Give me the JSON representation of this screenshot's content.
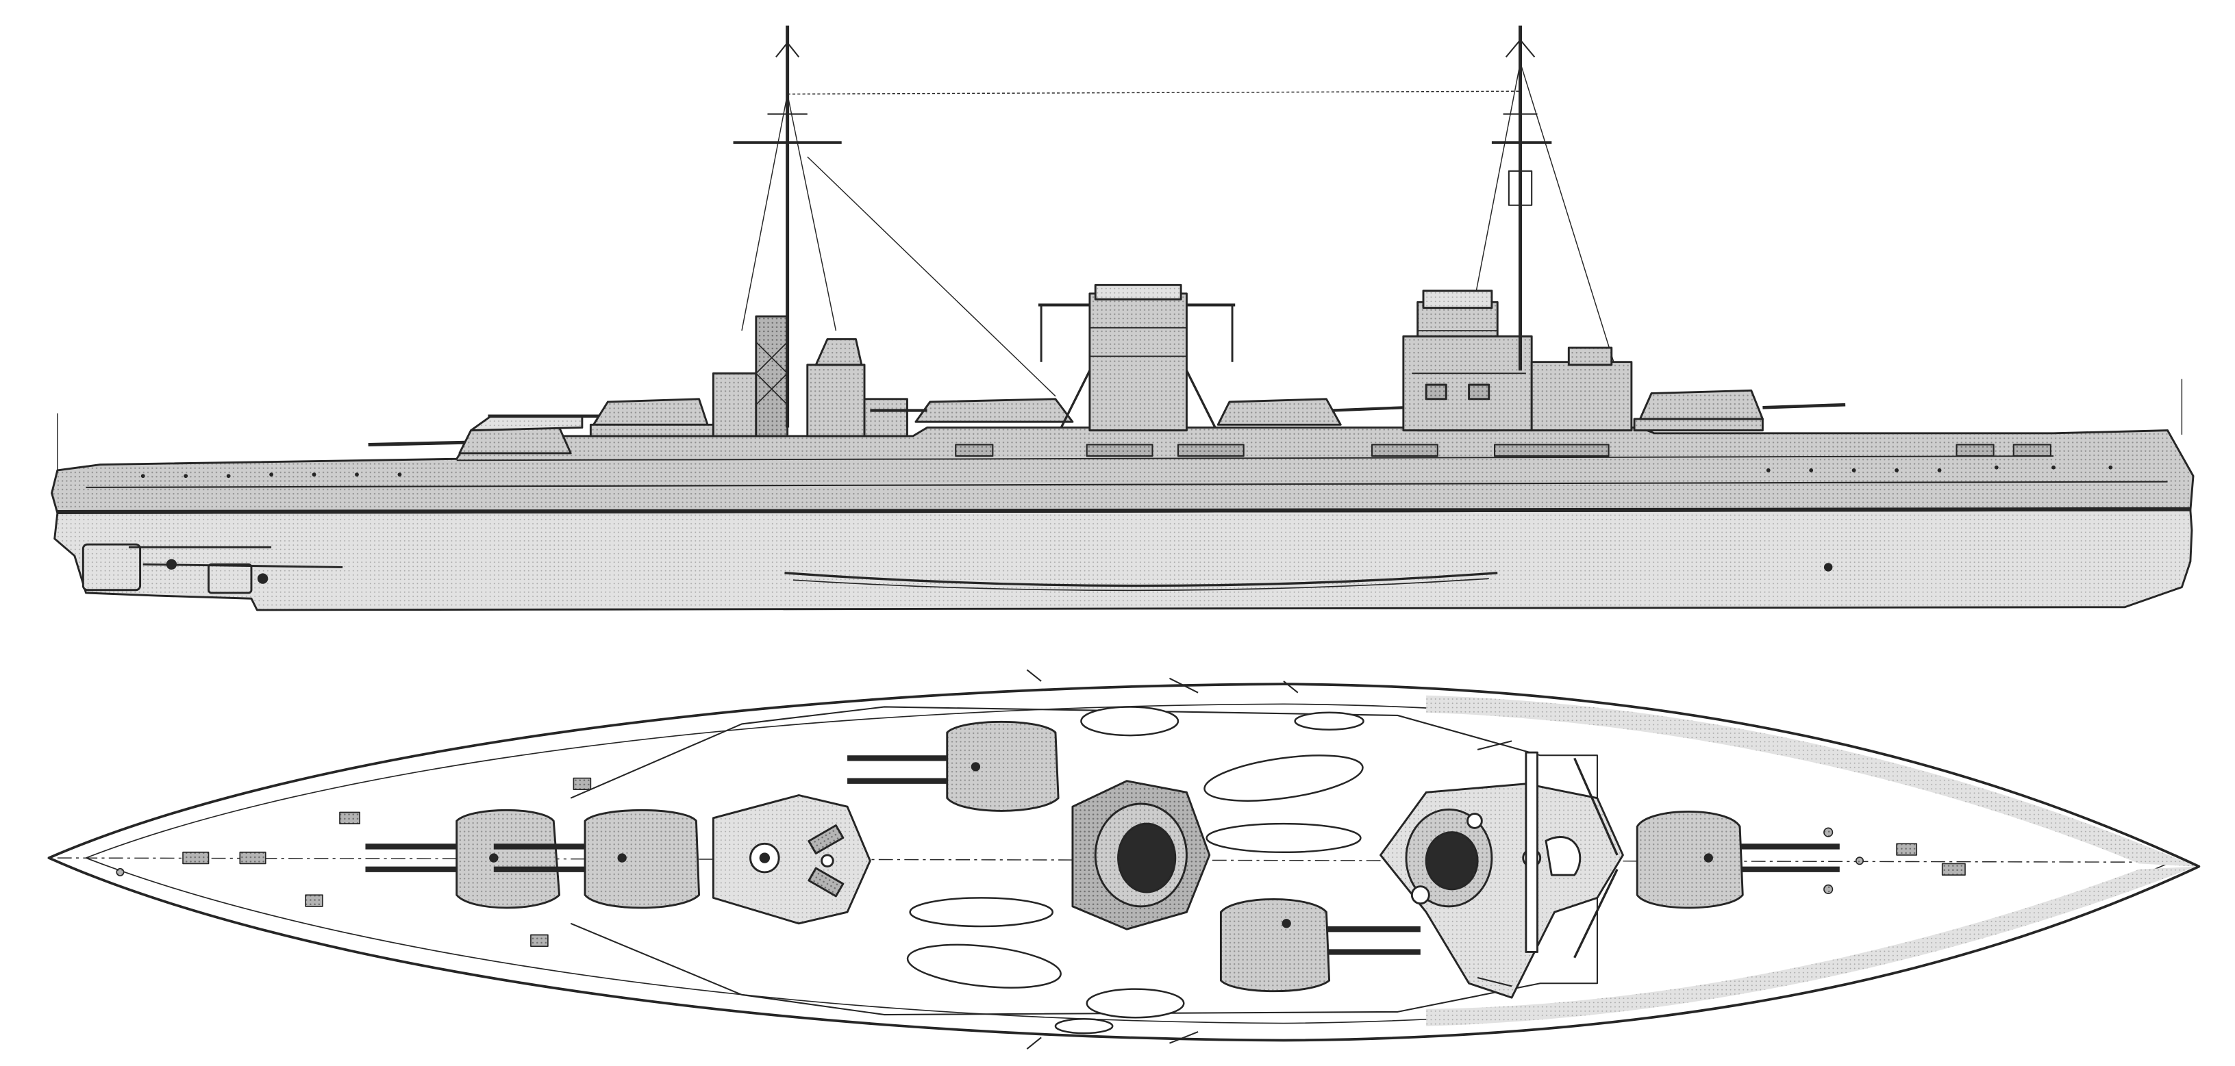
{
  "diagram": {
    "subject": "warship",
    "views": [
      "side-elevation",
      "deck-plan"
    ],
    "colors": {
      "paper": "#ffffff",
      "ink": "#262626",
      "hull_shade": "#c9c9c9",
      "hull_shade_light": "#dedede",
      "hull_shade_dark": "#9a9a9a",
      "turret_fill": "#b8b8b8",
      "boat_fill": "#ffffff",
      "funnel_mouth": "#2a2a2a"
    },
    "counts": {
      "main_turrets": 5,
      "masts": 2,
      "funnels": 2,
      "deck_boats": 8
    }
  }
}
